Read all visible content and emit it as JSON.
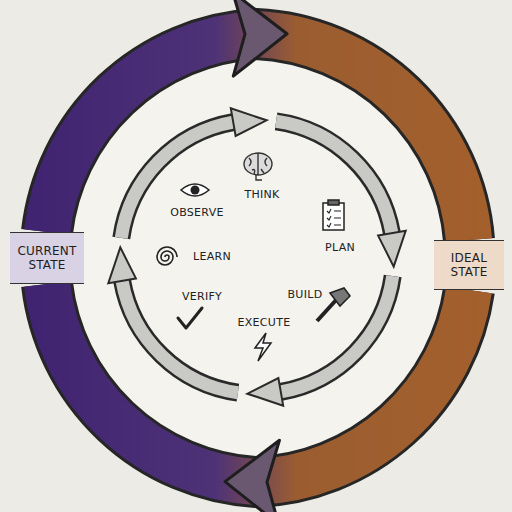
{
  "diagram": {
    "nodes": [
      {
        "text": [
          "CURRENT STATE"
        ]
      },
      {
        "text": [
          "IDEAL STATE"
        ]
      }
    ],
    "edges": [
      {
        "from": 0,
        "to": 1,
        "arrow": "to"
      },
      {
        "from": 1,
        "to": 0,
        "arrow": "to"
      }
    ],
    "labels": [
      "OBSERVE",
      "THINK",
      "PLAN",
      "BUILD",
      "EXECUTE",
      "VERIFY",
      "LEARN"
    ]
  }
}
